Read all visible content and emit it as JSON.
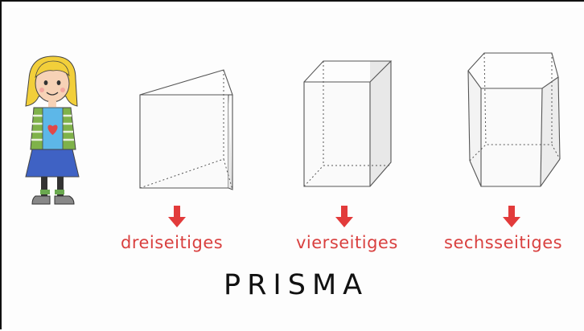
{
  "labels": {
    "triangular": "dreiseitiges",
    "rectangular": "vierseitiges",
    "hexagonal": "sechsseitiges"
  },
  "title": "PRISMA",
  "colors": {
    "label": "#d9403f",
    "arrow": "#e23b3b",
    "edge": "#555555",
    "title": "#111111"
  },
  "icons": {
    "character": "girl-character-icon",
    "arrow": "arrow-down-icon"
  }
}
